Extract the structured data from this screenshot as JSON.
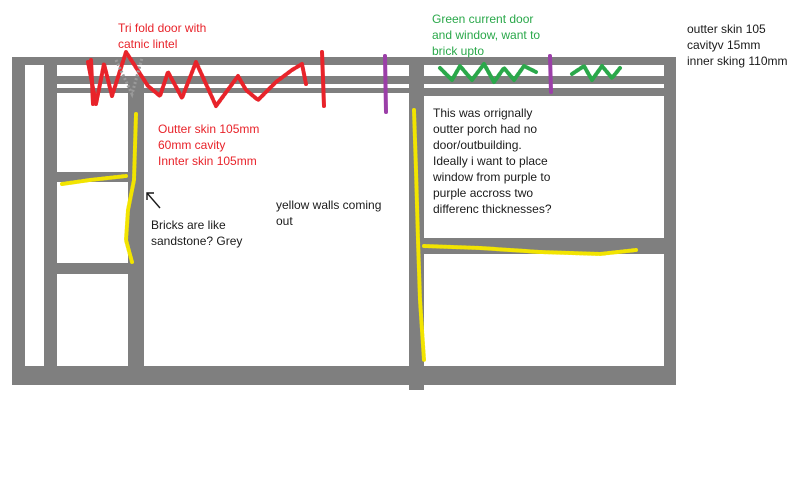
{
  "colors": {
    "wall": "#7f7f7f",
    "background": "#ffffff",
    "red": "#e8232a",
    "green": "#2aa84a",
    "purple": "#9b3fa8",
    "yellow": "#f2e400",
    "text_dark": "#1a1a1a"
  },
  "annotations": {
    "trifold_door": "Tri fold door with\ncatnic lintel",
    "green_door_window": "Green current door\nand window, want to\nbrick upto",
    "right_skin_spec": "outter skin 105\ncavityv 15mm\ninner sking 110mm",
    "red_skin_spec": "Outter skin 105mm\n60mm cavity\nInnter skin 105mm",
    "porch_note": "This was orrignally\noutter porch had no\ndoor/outbuilding.\nIdeally i want to place\nwindow from purple to\npurple accross two\ndifferenc thicknesses?",
    "yellow_walls": "yellow walls coming\nout",
    "bricks_note": "Bricks are like\nsandstone? Grey"
  },
  "icons": {
    "arrow": "arrow-up-left-icon"
  }
}
